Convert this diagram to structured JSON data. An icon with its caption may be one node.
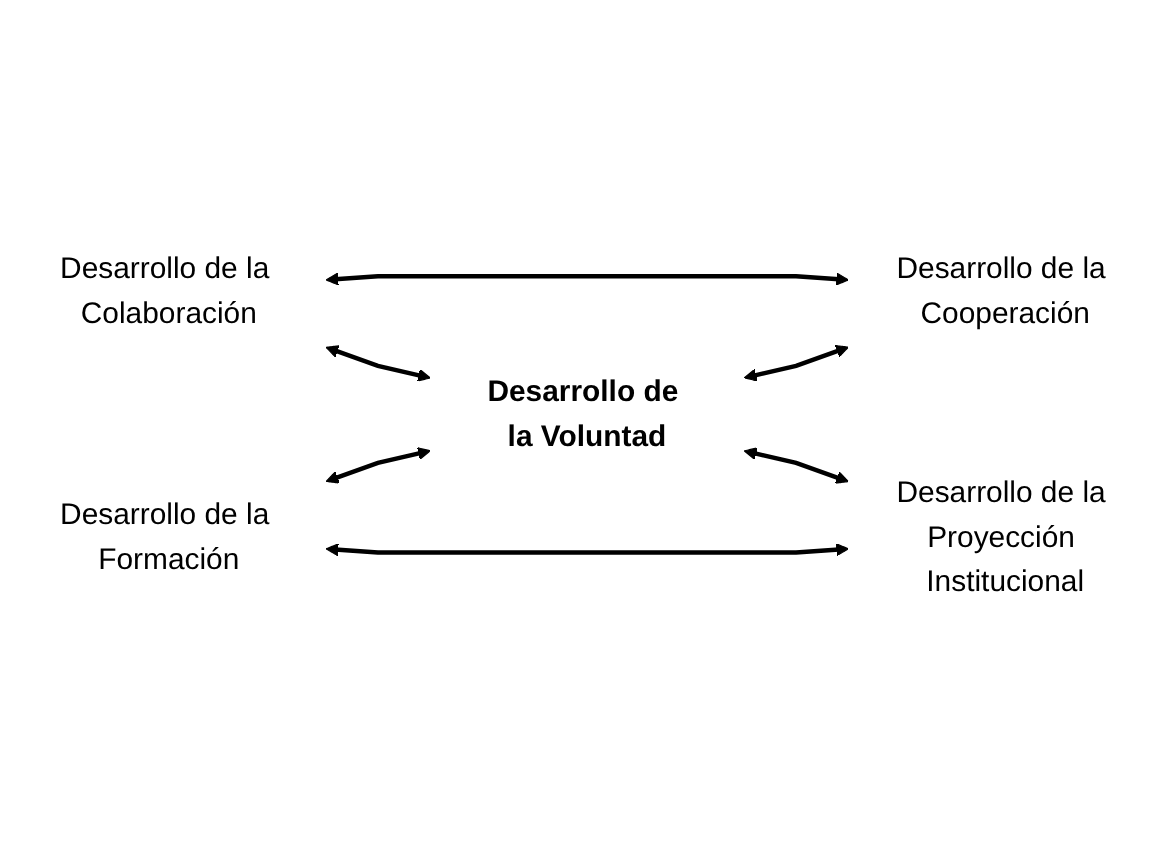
{
  "diagram": {
    "nodes": [
      {
        "text": [
          "Desarrollo de la Colaboración"
        ]
      },
      {
        "text": [
          "Desarrollo de la Cooperación"
        ]
      },
      {
        "text": [
          "Desarrollo de la Voluntad"
        ]
      },
      {
        "text": [
          "Desarrollo de la Formación"
        ]
      },
      {
        "text": [
          "Desarrollo de la Proyección Institucional"
        ]
      }
    ],
    "edges": [
      {
        "from": 0,
        "to": 1,
        "arrow": "both"
      },
      {
        "from": 0,
        "to": 2,
        "arrow": "both"
      },
      {
        "from": 2,
        "to": 1,
        "arrow": "both"
      },
      {
        "from": 3,
        "to": 2,
        "arrow": "both"
      },
      {
        "from": 2,
        "to": 4,
        "arrow": "both"
      },
      {
        "from": 3,
        "to": 4,
        "arrow": "both"
      }
    ]
  }
}
